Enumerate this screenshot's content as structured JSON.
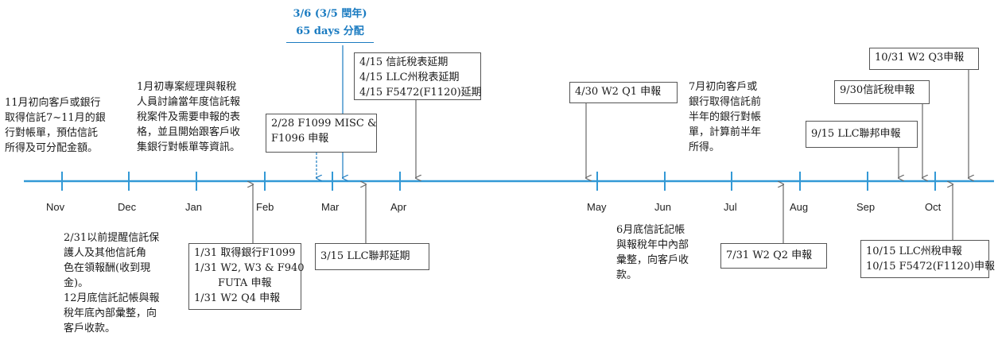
{
  "colors": {
    "axis": "#3399d6",
    "arrow": "#666666",
    "highlight": "#1a7bc1"
  },
  "months": [
    "Nov",
    "Dec",
    "Jan",
    "Feb",
    "Mar",
    "Apr",
    "May",
    "Jun",
    "Jul",
    "Aug",
    "Sep",
    "Oct"
  ],
  "highlight": {
    "line1": "3/6 (3/5 閏年)",
    "line2": "65 days 分配"
  },
  "notes": {
    "nov": "11月初向客戶或銀行\n取得信託7~11月的銀\n行對帳單，預估信託\n所得及可分配金額。",
    "jan": "1月初專案經理與報稅\n人員討論當年度信託報\n稅案件及需要申報的表\n格，並且開始跟客戶收\n集銀行對帳單等資訊。",
    "jul": "7月初向客戶或\n銀行取得信託前\n半年的銀行對帳\n單，計算前半年\n所得。",
    "dec": "2/31以前提醒信託保\n護人及其他信託角\n色在領報酬(收到現\n金)。\n12月底信託記帳與報\n稅年底內部彙整，向\n客戶收款。",
    "jun": "6月底信託記帳\n與報稅年中內部\n彙整，向客戶收\n款。"
  },
  "boxes": {
    "feb28": "2/28 F1099 MISC &\nF1096 申報",
    "apr15": "4/15 信託稅表延期\n4/15 LLC州稅表延期\n4/15 F5472(F1120)延期",
    "apr30": "4/30 W2 Q1 申報",
    "oct31": "10/31 W2 Q3申報",
    "sep30": "9/30信託稅申報",
    "sep15": "9/15 LLC聯邦申報",
    "jan31_l1": "1/31 取得銀行F1099",
    "jan31_l2": "1/31 W2, W3 & F940",
    "jan31_l3": "FUTA 申報",
    "jan31_l4": "1/31 W2 Q4 申報",
    "mar15": "3/15 LLC聯邦延期",
    "jul31": "7/31 W2 Q2 申報",
    "oct15": "10/15 LLC州稅申報\n10/15 F5472(F1120)申報"
  }
}
